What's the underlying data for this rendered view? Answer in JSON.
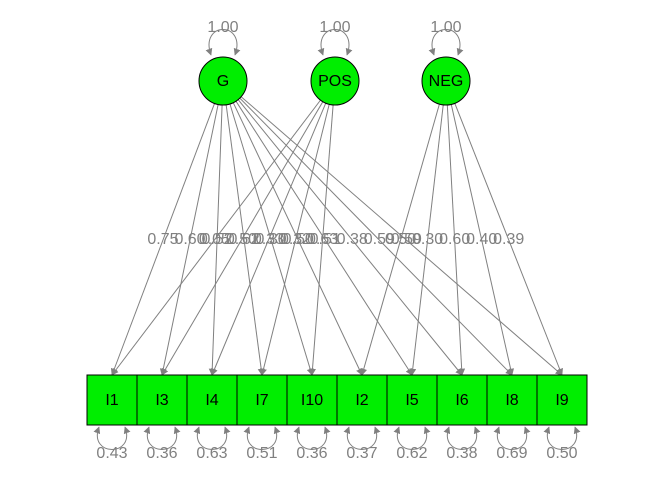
{
  "colors": {
    "node_fill": "#00ee00",
    "node_stroke": "#000000",
    "edge": "#808080",
    "label": "#808080"
  },
  "latents": [
    {
      "id": "G",
      "label": "G",
      "variance": "1.00"
    },
    {
      "id": "POS",
      "label": "POS",
      "variance": "1.00"
    },
    {
      "id": "NEG",
      "label": "NEG",
      "variance": "1.00"
    }
  ],
  "indicators": [
    {
      "id": "I1",
      "label": "I1",
      "residual": "0.43"
    },
    {
      "id": "I3",
      "label": "I3",
      "residual": "0.36"
    },
    {
      "id": "I4",
      "label": "I4",
      "residual": "0.63"
    },
    {
      "id": "I7",
      "label": "I7",
      "residual": "0.51"
    },
    {
      "id": "I10",
      "label": "I10",
      "residual": "0.36"
    },
    {
      "id": "I2",
      "label": "I2",
      "residual": "0.37"
    },
    {
      "id": "I5",
      "label": "I5",
      "residual": "0.62"
    },
    {
      "id": "I6",
      "label": "I6",
      "residual": "0.38"
    },
    {
      "id": "I8",
      "label": "I8",
      "residual": "0.69"
    },
    {
      "id": "I9",
      "label": "I9",
      "residual": "0.50"
    }
  ],
  "loadings": [
    {
      "from": "G",
      "to": "I1",
      "value": "0.75"
    },
    {
      "from": "G",
      "to": "I3",
      "value": "0.60"
    },
    {
      "from": "G",
      "to": "I4",
      "value": "0.52"
    },
    {
      "from": "G",
      "to": "I7",
      "value": "0.62"
    },
    {
      "from": "G",
      "to": "I10",
      "value": "0.30"
    },
    {
      "from": "G",
      "to": "I2",
      "value": "0.50"
    },
    {
      "from": "G",
      "to": "I5",
      "value": "0.51"
    },
    {
      "from": "G",
      "to": "I6",
      "value": "0.38"
    },
    {
      "from": "G",
      "to": "I8",
      "value": "0.59"
    },
    {
      "from": "G",
      "to": "I9",
      "value": "0.59"
    },
    {
      "from": "POS",
      "to": "I1",
      "value": "0.05"
    },
    {
      "from": "POS",
      "to": "I3",
      "value": "0.50"
    },
    {
      "from": "POS",
      "to": "I4",
      "value": "0.33"
    },
    {
      "from": "POS",
      "to": "I7",
      "value": "0.32"
    },
    {
      "from": "POS",
      "to": "I10",
      "value": "0.63"
    },
    {
      "from": "NEG",
      "to": "I2",
      "value": "0.50"
    },
    {
      "from": "NEG",
      "to": "I5",
      "value": "0.30"
    },
    {
      "from": "NEG",
      "to": "I6",
      "value": "0.60"
    },
    {
      "from": "NEG",
      "to": "I8",
      "value": "0.40"
    },
    {
      "from": "NEG",
      "to": "I9",
      "value": "0.39"
    }
  ]
}
